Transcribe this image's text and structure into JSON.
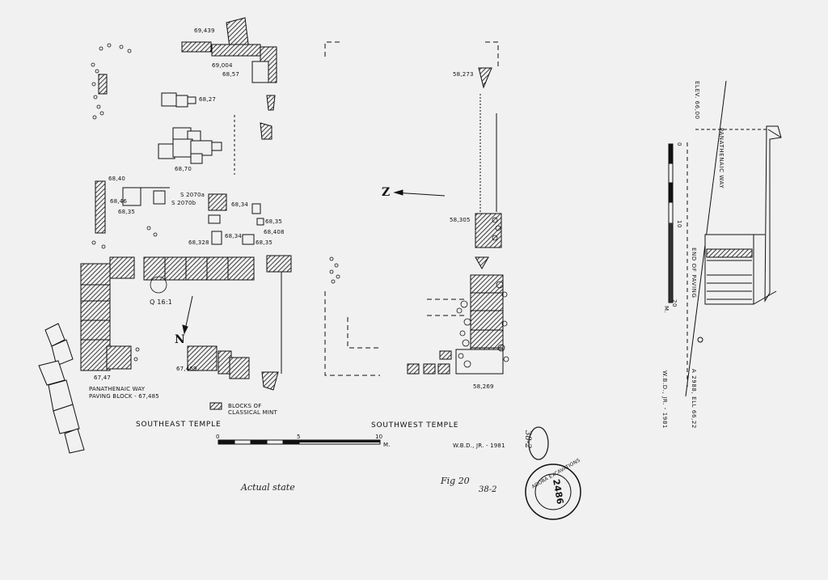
{
  "plan_labels": {
    "l69439": "69,439",
    "l69004": "69,004",
    "l6857": "68,57",
    "l6827": "68,27",
    "l6870": "68,70",
    "l6840": "68,40",
    "l6846": "68,46",
    "l6835a": "68,35",
    "s2070a": "S 2070a",
    "s2070b": "S 2070b",
    "l6834a": "68,34",
    "l6835b": "68,35",
    "l68408": "68,408",
    "l68328": "68,328",
    "l6834b": "68,34",
    "l6835c": "68,35",
    "q161": "Q 16:1",
    "l67469": "67,469",
    "l6747": "67,47",
    "paving": "PANATHENAIC WAY",
    "paving2": "PAVING BLOCK - 67,485",
    "l58273": "58,273",
    "l58305": "58,305",
    "l58269": "58,269"
  },
  "legend": {
    "line1": "BLOCKS OF",
    "line2": "CLASSICAL MINT"
  },
  "titles": {
    "southeast": "SOUTHEAST TEMPLE",
    "southwest": "SOUTHWEST TEMPLE",
    "credit": "W.B.D., JR. - 1981"
  },
  "scale_bar": {
    "tick0": "0",
    "tick5": "5",
    "tick10": "10",
    "unit": "M."
  },
  "section": {
    "elev": "ELEV. 66,00",
    "panathenaic": "PANATHENAIC WAY",
    "end_paving": "END OF PAVING",
    "point": "A 2988, ELL 66,22",
    "credit": "W.B.D., JR. - 1981",
    "s0": "0",
    "s10": "10",
    "s20": "20",
    "sunit": "M."
  },
  "north_labels": {
    "n1": "N",
    "n2": "Z"
  },
  "handwriting": {
    "actual_state": "Actual state",
    "fig": "Fig 20",
    "fig_num": "38-2",
    "circled": "38-2"
  },
  "stamp": {
    "ring_text": "AGORA EXCAVATIONS",
    "number": "2486"
  }
}
